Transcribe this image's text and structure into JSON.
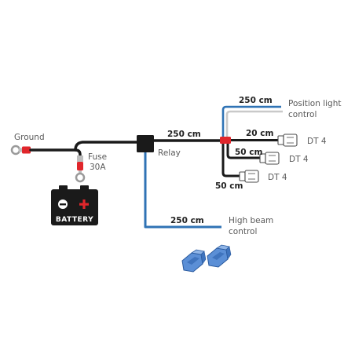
{
  "labels": {
    "ground": "Ground",
    "fuse_line1": "Fuse",
    "fuse_line2": "30A",
    "relay": "Relay",
    "battery": "BATTERY",
    "main_wire_length": "250 cm",
    "position_wire_length": "250 cm",
    "position_line1": "Position light",
    "position_line2": "control",
    "dt4_top": "DT 4",
    "dt4_mid": "DT 4",
    "dt4_bot": "DT 4",
    "len_20": "20 cm",
    "len_50_mid": "50 cm",
    "len_50_bot": "50 cm",
    "highbeam_wire_length": "250 cm",
    "highbeam_line1": "High beam",
    "highbeam_line2": "control"
  },
  "colors": {
    "wire_black": "#1a1a1a",
    "wire_blue": "#2f73b5",
    "wire_grey": "#c9c9c9",
    "accent_red": "#e0262b",
    "tap_blue": "#5b8fd6"
  }
}
